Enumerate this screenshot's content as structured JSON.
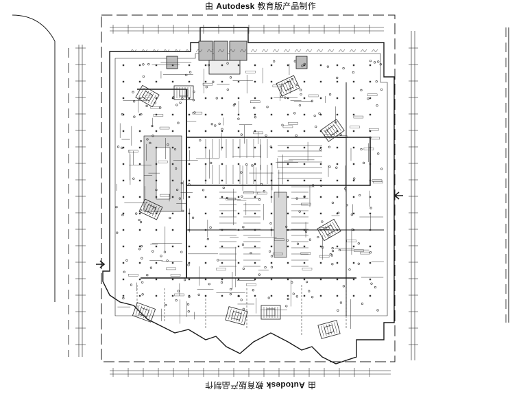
{
  "watermark": {
    "prefix": "由",
    "brand": "Autodesk",
    "suffix": "教育版产品制作"
  },
  "colors": {
    "background": "#ffffff",
    "line": "#1a1a1a",
    "dense_line": "#333333",
    "ramp_fill": "#d8d8d8",
    "stair_fill": "#bdbdbd"
  }
}
